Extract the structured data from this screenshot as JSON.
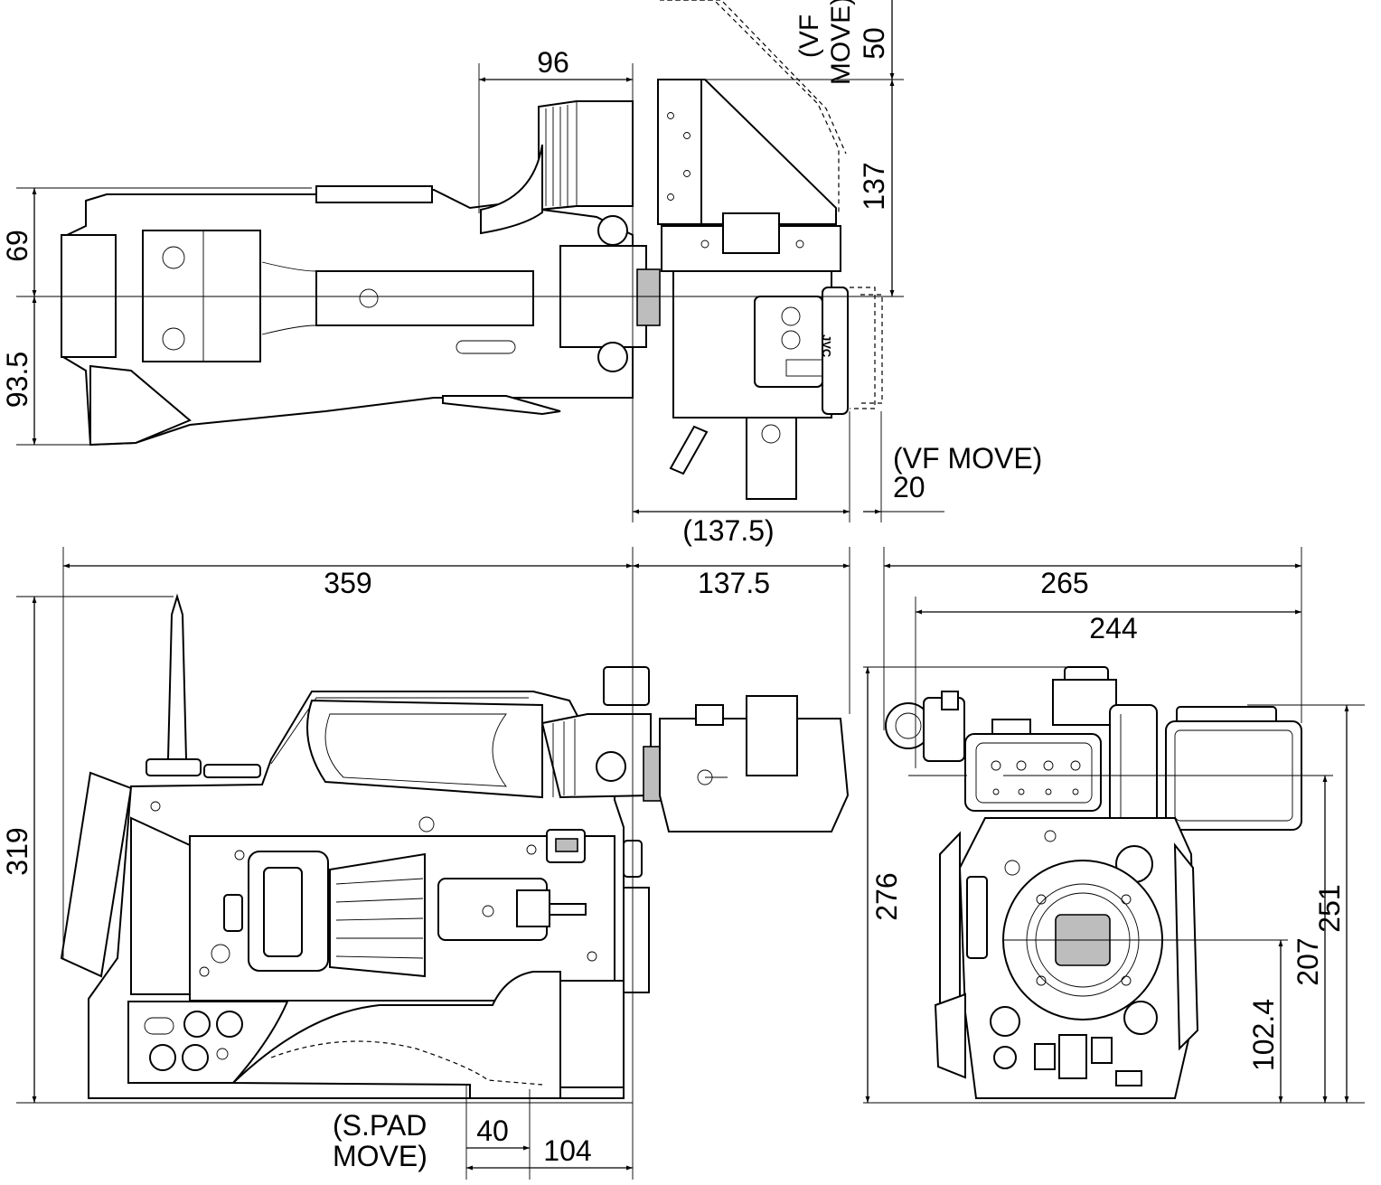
{
  "top_view": {
    "dim_96": "96",
    "dim_69": "69",
    "dim_93_5": "93.5",
    "dim_137": "137",
    "dim_50": "50",
    "vf_move_top_1": "(VF",
    "vf_move_top_2": "MOVE)",
    "vf_move_right": "(VF MOVE)",
    "dim_20": "20",
    "dim_137_5_paren": "(137.5)"
  },
  "side_view": {
    "dim_359": "359",
    "dim_137_5": "137.5",
    "dim_319": "319",
    "spad_move_1": "(S.PAD",
    "spad_move_2": "MOVE)",
    "dim_40": "40",
    "dim_104": "104"
  },
  "front_view": {
    "dim_265": "265",
    "dim_244": "244",
    "dim_276": "276",
    "dim_251": "251",
    "dim_207": "207",
    "dim_102_4": "102.4"
  },
  "brand_mark": "JVC"
}
